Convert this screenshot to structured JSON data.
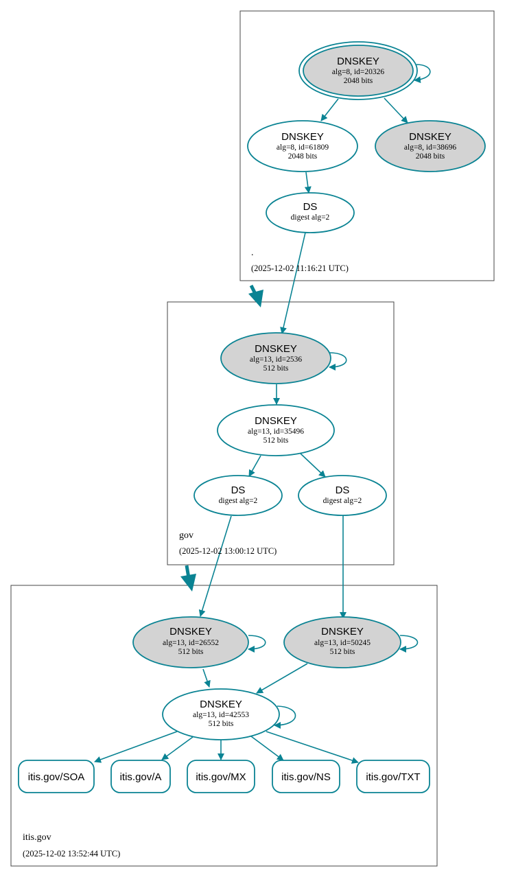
{
  "colors": {
    "edge": "#0a8393",
    "ksk_fill": "#d3d3d3",
    "zsk_fill": "#ffffff",
    "zone_border": "#444444"
  },
  "zones": {
    "root": {
      "name": ".",
      "timestamp": "(2025-12-02 11:16:21 UTC)"
    },
    "gov": {
      "name": "gov",
      "timestamp": "(2025-12-02 13:00:12 UTC)"
    },
    "itis": {
      "name": "itis.gov",
      "timestamp": "(2025-12-02 13:52:44 UTC)"
    }
  },
  "nodes": {
    "root_ksk": {
      "type": "DNSKEY",
      "detail": "alg=8, id=20326",
      "size": "2048 bits"
    },
    "root_zsk": {
      "type": "DNSKEY",
      "detail": "alg=8, id=61809",
      "size": "2048 bits"
    },
    "root_key3": {
      "type": "DNSKEY",
      "detail": "alg=8, id=38696",
      "size": "2048 bits"
    },
    "root_ds": {
      "type": "DS",
      "detail": "digest alg=2"
    },
    "gov_ksk": {
      "type": "DNSKEY",
      "detail": "alg=13, id=2536",
      "size": "512 bits"
    },
    "gov_zsk": {
      "type": "DNSKEY",
      "detail": "alg=13, id=35496",
      "size": "512 bits"
    },
    "gov_ds1": {
      "type": "DS",
      "detail": "digest alg=2"
    },
    "gov_ds2": {
      "type": "DS",
      "detail": "digest alg=2"
    },
    "itis_ksk1": {
      "type": "DNSKEY",
      "detail": "alg=13, id=26552",
      "size": "512 bits"
    },
    "itis_ksk2": {
      "type": "DNSKEY",
      "detail": "alg=13, id=50245",
      "size": "512 bits"
    },
    "itis_zsk": {
      "type": "DNSKEY",
      "detail": "alg=13, id=42553",
      "size": "512 bits"
    }
  },
  "records": {
    "soa": "itis.gov/SOA",
    "a": "itis.gov/A",
    "mx": "itis.gov/MX",
    "ns": "itis.gov/NS",
    "txt": "itis.gov/TXT"
  }
}
